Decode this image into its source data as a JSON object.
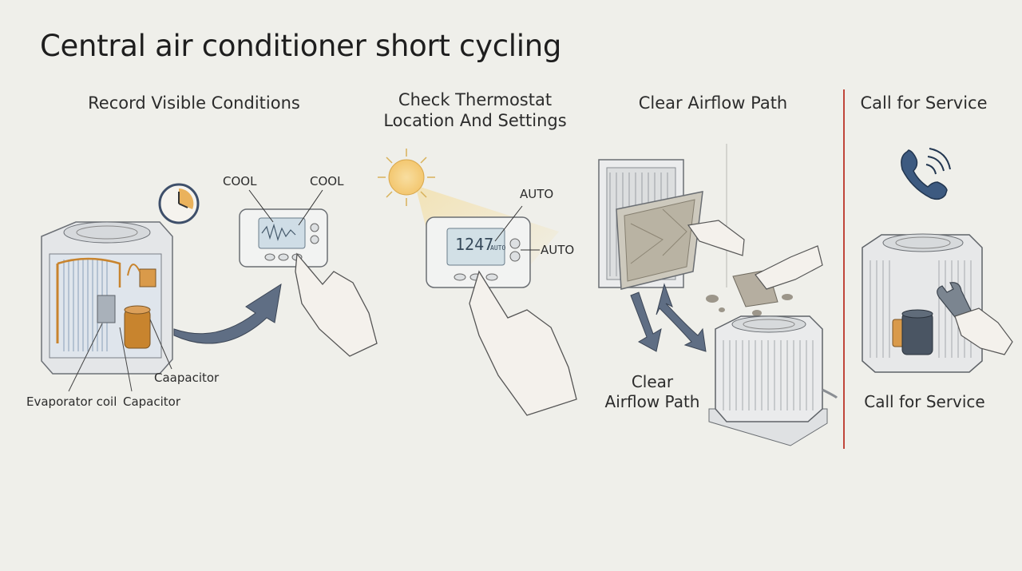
{
  "title": "Central air conditioner short cycling",
  "steps": [
    {
      "heading": "Record Visible Conditions",
      "labels": {
        "thermostat_left": "COOL",
        "thermostat_right": "COOL",
        "evaporator": "Evaporator coil",
        "capacitor_a": "Caapacitor",
        "capacitor_b": "Capacitor"
      }
    },
    {
      "heading_line1": "Check Thermostat",
      "heading_line2": "Location And Settings",
      "labels": {
        "auto_top": "AUTO",
        "auto_right": "AUTO",
        "display_value": "1247",
        "display_mode": "AUTO"
      }
    },
    {
      "heading": "Clear Airflow Path",
      "caption_line1": "Clear",
      "caption_line2": "Airflow Path"
    },
    {
      "heading": "Call for Service",
      "caption": "Call for Service"
    }
  ],
  "colors": {
    "background": "#efefea",
    "divider": "#c0453a",
    "arrow": "#5f6e84",
    "phone": "#3d5a80",
    "capacitor": "#c8842e",
    "sun": "#f2c46a"
  },
  "icons": [
    "clock-icon",
    "sun-icon",
    "phone-icon",
    "wrench-icon",
    "curved-arrow-icon"
  ]
}
